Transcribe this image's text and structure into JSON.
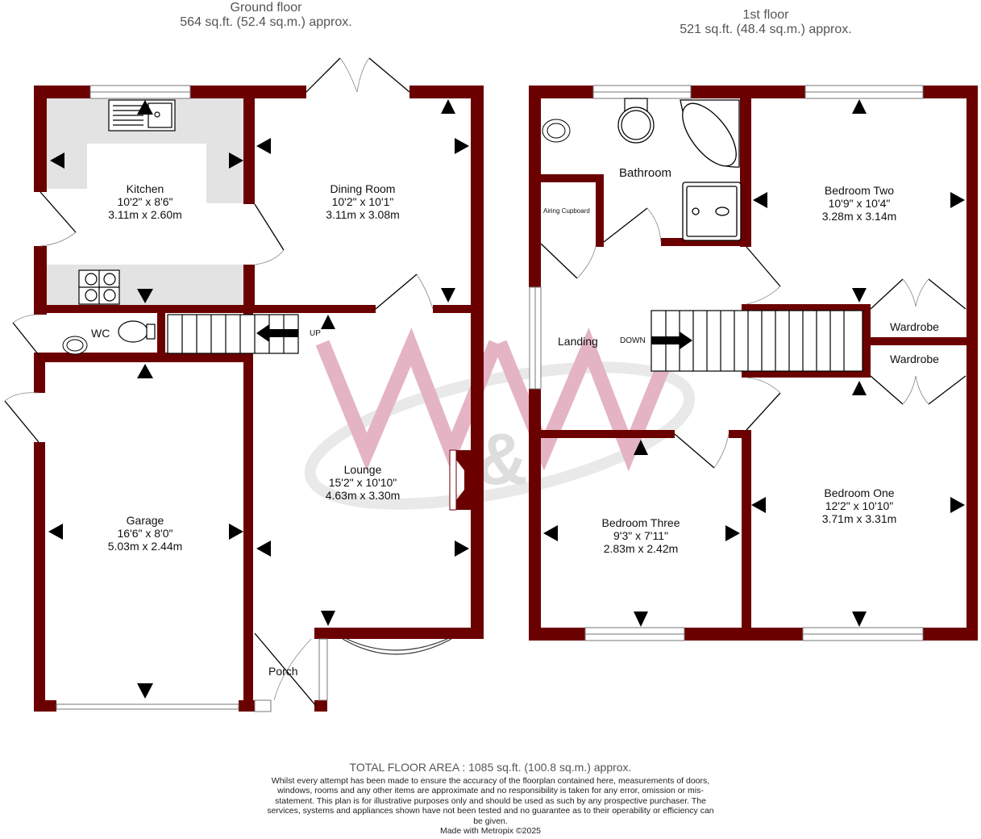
{
  "ground_floor": {
    "title": "Ground floor",
    "area": "564 sq.ft. (52.4 sq.m.) approx.",
    "rooms": {
      "kitchen": {
        "name": "Kitchen",
        "imperial": "10'2\"  x 8'6\"",
        "metric": "3.11m  x 2.60m"
      },
      "dining": {
        "name": "Dining Room",
        "imperial": "10'2\"  x 10'1\"",
        "metric": "3.11m  x 3.08m"
      },
      "wc": {
        "name": "WC"
      },
      "garage": {
        "name": "Garage",
        "imperial": "16'6\"  x 8'0\"",
        "metric": "5.03m  x 2.44m"
      },
      "lounge": {
        "name": "Lounge",
        "imperial": "15'2\"  x 10'10\"",
        "metric": "4.63m  x 3.30m"
      },
      "porch": {
        "name": "Porch"
      }
    },
    "stairs_label": "UP"
  },
  "first_floor": {
    "title": "1st floor",
    "area": "521 sq.ft. (48.4 sq.m.) approx.",
    "rooms": {
      "bathroom": {
        "name": "Bathroom"
      },
      "airing": {
        "name": "Airing Cupboard"
      },
      "bedroom_two": {
        "name": "Bedroom Two",
        "imperial": "10'9\"  x 10'4\"",
        "metric": "3.28m  x 3.14m"
      },
      "landing": {
        "name": "Landing"
      },
      "wardrobe_1": {
        "name": "Wardrobe"
      },
      "wardrobe_2": {
        "name": "Wardrobe"
      },
      "bedroom_three": {
        "name": "Bedroom Three",
        "imperial": "9'3\"  x 7'11\"",
        "metric": "2.83m  x 2.42m"
      },
      "bedroom_one": {
        "name": "Bedroom One",
        "imperial": "12'2\"  x 10'10\"",
        "metric": "3.71m  x 3.31m"
      }
    },
    "stairs_label": "DOWN"
  },
  "watermark": {
    "text_left": "W",
    "text_mid": "&",
    "text_right": "W",
    "color": "#e0a8bc"
  },
  "colors": {
    "wall": "#6b0000",
    "worktop": "#e3e3e3",
    "text": "#111111"
  },
  "footer": {
    "total": "TOTAL FLOOR AREA : 1085 sq.ft. (100.8 sq.m.) approx.",
    "disclaimer": "Whilst every attempt has been made to ensure the accuracy of the floorplan contained here, measurements of doors, windows, rooms and any other items are approximate and no responsibility is taken for any error, omission or mis-statement. This plan is for illustrative purposes only and should be used as such by any prospective purchaser. The services, systems and appliances shown have not been tested and no guarantee as to their operability or efficiency can be given.",
    "credit": "Made with Metropix ©2025"
  }
}
